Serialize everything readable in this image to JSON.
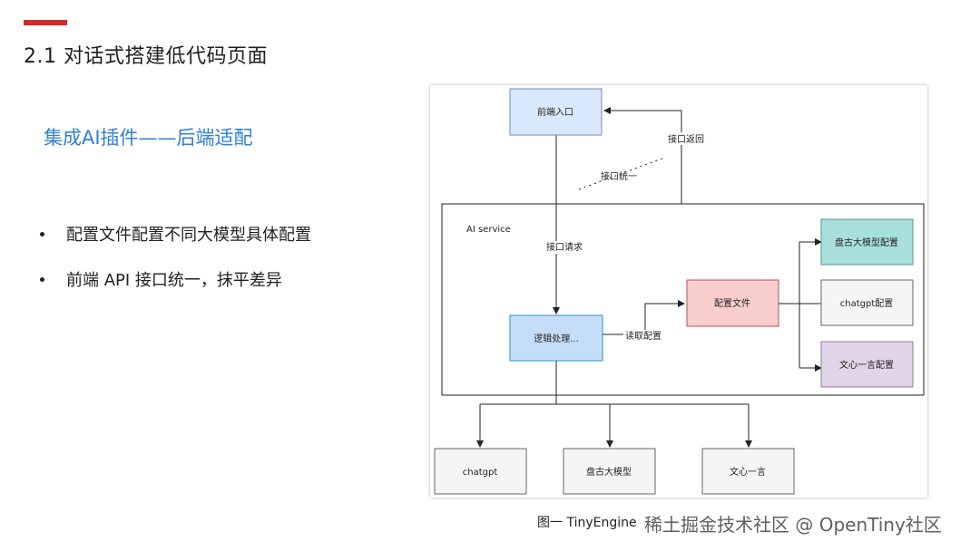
{
  "slide": {
    "title": "2.1 对话式搭建低代码页面",
    "subtitle": "集成AI插件——后端适配",
    "bullets": [
      "配置文件配置不同大模型具体配置",
      "前端 API 接口统一，抹平差异"
    ],
    "accent_color": "#d42a2a",
    "subtitle_color": "#2f80d6"
  },
  "diagram": {
    "boxes": {
      "frontend_entry": "前端入口",
      "ai_service": "AI service",
      "logic": "逻辑处理...",
      "config_file": "配置文件",
      "pangu_config": "盘古大模型配置",
      "chatgpt_config": "chatgpt配置",
      "wenxin_config": "文心一言配置",
      "chatgpt": "chatgpt",
      "pangu": "盘古大模型",
      "wenxin": "文心一言"
    },
    "labels": {
      "interface_return": "接口返回",
      "interface_unified": "接口统一",
      "interface_request": "接口请求",
      "read_config": "读取配置"
    },
    "colors": {
      "blue_fill": "#dae8fc",
      "blue_stroke": "#6c8ebf",
      "red_fill": "#f8cecc",
      "red_stroke": "#b85450",
      "teal_fill": "#a9e0db",
      "teal_stroke": "#4f9a94",
      "gray_fill": "#f5f5f5",
      "gray_stroke": "#666666",
      "purple_fill": "#e1d5e7",
      "purple_stroke": "#9673a6",
      "light_blue_fill": "#c5def7",
      "light_blue_stroke": "#2b8fd1"
    }
  },
  "caption": "图一 TinyEngine",
  "watermark": "稀土掘金技术社区 @ OpenTiny社区"
}
